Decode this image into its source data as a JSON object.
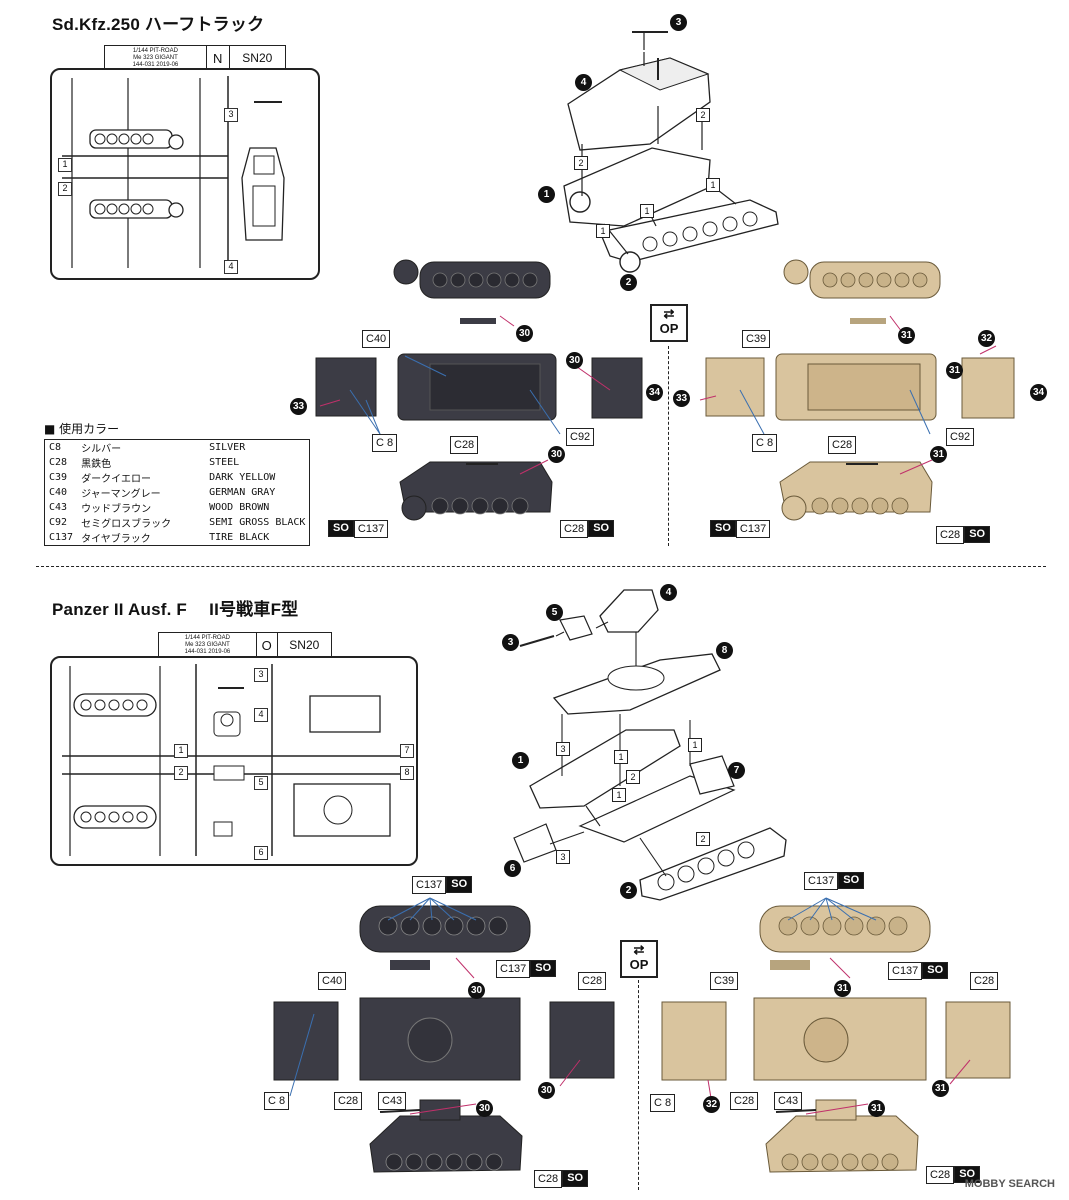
{
  "colors": {
    "dark_gray": "#3c3c45",
    "tan": "#d9c49e",
    "ink": "#111111"
  },
  "sdkfz": {
    "title": "Sd.Kfz.250 ハーフトラック",
    "sprue": {
      "label1": "1/144 PIT-ROAD",
      "label2": "Me 323 GIGANT",
      "label3": "144-031     2019-06",
      "letter": "N",
      "code": "SN20",
      "gates": [
        "1",
        "2",
        "3",
        "4"
      ]
    },
    "steps": [
      "1",
      "2",
      "3",
      "4"
    ],
    "arrow_labels": [
      "2",
      "2",
      "1",
      "1",
      "1"
    ],
    "dark": {
      "codes": [
        "C40",
        "C 8",
        "C92",
        "C28",
        "C137",
        "C28"
      ],
      "decals": [
        "30",
        "33",
        "30",
        "34",
        "30"
      ]
    },
    "tan": {
      "codes": [
        "C39",
        "C 8",
        "C92",
        "C28",
        "C137",
        "C28"
      ],
      "decals": [
        "31",
        "33",
        "32",
        "31",
        "34",
        "31"
      ]
    },
    "so": "SO",
    "op": "OP"
  },
  "legend": {
    "heading": "■ 使用カラー",
    "rows": [
      {
        "code": "C8",
        "jp": "シルバー",
        "en": "SILVER"
      },
      {
        "code": "C28",
        "jp": "黒鉄色",
        "en": "STEEL"
      },
      {
        "code": "C39",
        "jp": "ダークイエロー",
        "en": "DARK YELLOW"
      },
      {
        "code": "C40",
        "jp": "ジャーマングレー",
        "en": "GERMAN GRAY"
      },
      {
        "code": "C43",
        "jp": "ウッドブラウン",
        "en": "WOOD BROWN"
      },
      {
        "code": "C92",
        "jp": "セミグロスブラック",
        "en": "SEMI GROSS BLACK"
      },
      {
        "code": "C137",
        "jp": "タイヤブラック",
        "en": "TIRE BLACK"
      }
    ]
  },
  "panzer": {
    "title": "Panzer II Ausf. F　 II号戦車F型",
    "sprue": {
      "label1": "1/144 PIT-ROAD",
      "label2": "Me 323 GIGANT",
      "label3": "144-031     2019-06",
      "letter": "O",
      "code": "SN20",
      "gates": [
        "1",
        "2",
        "3",
        "4",
        "5",
        "6",
        "7",
        "8"
      ]
    },
    "steps": [
      "1",
      "2",
      "3",
      "4",
      "5",
      "6",
      "7",
      "8"
    ],
    "arrow_labels": [
      "3",
      "1",
      "1",
      "2",
      "3",
      "2",
      "1"
    ],
    "dark": {
      "codes": [
        "C137",
        "C137",
        "C40",
        "C28",
        "C 8",
        "C28",
        "C43",
        "C28"
      ],
      "decals": [
        "30",
        "30",
        "30"
      ]
    },
    "tan": {
      "codes": [
        "C137",
        "C137",
        "C39",
        "C28",
        "C 8",
        "C28",
        "C43",
        "C28"
      ],
      "decals": [
        "31",
        "31",
        "32",
        "31"
      ]
    },
    "so": "SO",
    "op": "OP"
  },
  "watermark": "MOBBY SEARCH"
}
